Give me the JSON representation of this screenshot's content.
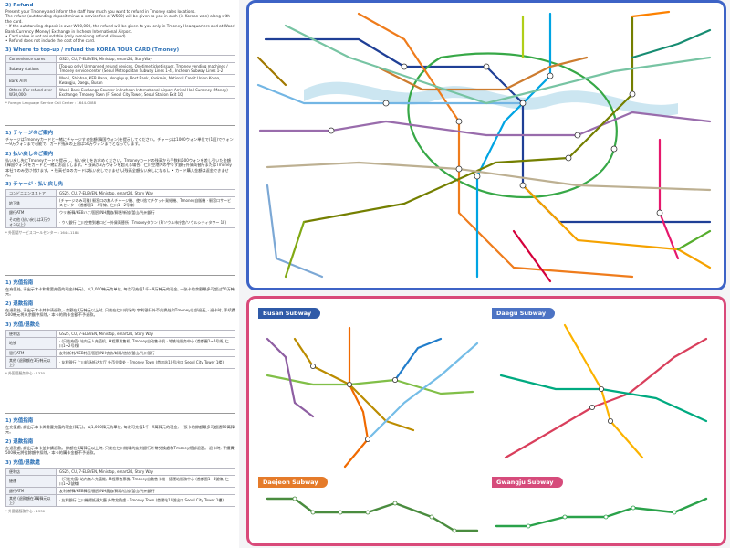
{
  "refund": {
    "title": "2) Refund",
    "lines": [
      "Present your Tmoney and inform the staff how much you want to refund in Tmoney sales locations.",
      "The refund (outstanding deposit minus a service fee of W500) will be given to you in cash (in Korean won) along with the card.",
      "• If the outstanding deposit is over W30,000, the refund will be given to you only in Tmoney Headquarters and at Woori Bank Currency (Money) Exchange in Incheon International Airport.",
      "• Card value is not refundable (only remaining refund allowed).",
      "• Refund does not include the cost of the card."
    ]
  },
  "where": {
    "title": "3) Where to top-up / refund the KOREA TOUR CARD (Tmoney)",
    "rows": [
      {
        "k": "Convenience stores",
        "v": "GS25, CU, 7-ELEVEN, Ministop, emart24, StoryWay"
      },
      {
        "k": "Subway stations",
        "v": "[Top-up only] Unmanned refund devices, Onetime ticket issuer, Tmoney vending machines / Tmoney service center (Seoul Metropolitan Subway Lines 1-4), Incheon Subway Lines 1-2"
      },
      {
        "k": "Bank ATM",
        "v": "Woori, Shinhan, KEB Hana, Nonghyup, Post Bank, Kookmin, National Credit Union Korea, Kwangju, Daegu, Busan"
      },
      {
        "k": "Others (For refund over W30,000)",
        "v": "Woori Bank Exchange Counter in Incheon International Airport Arrival Hall Currency (Money) Exchange; Tmoney Town (F, Seoul City Tower, Seoul Station Exit 10)"
      }
    ],
    "note": "* Foreign Language Service Call Center : 1644-0088"
  },
  "jp": {
    "h1": "1) チャージのご案内",
    "p1": "チャージはTmoneyカードと一緒にチャージする金額(韓国ウォン)を提示してください。チャージは1000ウォン単位で(1回)でウォン～9万ウォンまで可能で、カード残高の上限は50万ウォンまでとなっています。",
    "h2": "2) 払い戻しのご案内",
    "p2": "払い戻し先にTmoneyカードを提示し、払い戻しをお求めください。Tmoneyカードの残高から手数料500ウォンを差し引いた金額(韓国ウォン)をカードと一緒にお返しします。• 残高が3万ウォンを超える場合、仁川空港内の宇りす銀行外貨両替所またはTmoney本社でのみ受け付けます。• 残高ゼロのカードは払い戻しできません(残高全額払い戻しになる)。• カード購入金額は返金できません。",
    "h3": "3) チャージ・払い戻し先",
    "rows": [
      {
        "k": "コンビニエンスストア",
        "v": "GS25, CU, 7-ELEVEN, Ministop, emart24, Story Way"
      },
      {
        "k": "地下鉄",
        "v": "(チャージのみ可能) 駅窓口の無人チャージ機、使い捨てチケット発給機、Tmoney自販機 · 駅窓口サービスセンター (首都圏1～4号線、仁川1～2号線)"
      },
      {
        "k": "銀行ATM",
        "v": "ウリ/新韓/KEBハナ/国民/NH農協/郵便/新協/釜山/光州銀行"
      },
      {
        "k": "その他 (払い戻しは3万ウォン以上)",
        "v": "· ウリ銀行 仁川空港到着ロビー外貨両替所 · Tmoneyタウン (F/ソウル市庁舎/ソウルシティタワー 1F)"
      }
    ],
    "note": "* 外国語サービスコールセンター : 1644-1188"
  },
  "zh1": {
    "h1": "1) 充值指南",
    "p1": "在充值处, 请出示本卡和需要充值的现金(韩元)。以1,000韩元为单位, 每次可充值1千~9万韩元的现金, 一张卡的余额最多可超过50万韩元。",
    "h2": "2) 退款指南",
    "p2": "在退款处, 请出示本卡并申请退款。· 余额在3万韩元以上时, 只能在仁川机场的 宇利银行外币兑换处和Tmoney总部退还。· 退卡时, 手续费500韩元将从余额中扣除。· 本卡的购卡金额不予退款。",
    "h3": "3) 充值/退款处",
    "rows": [
      {
        "k": "便利店",
        "v": "GS25, CU, 7-ELEVEN, Ministop, emart24, Story Way"
      },
      {
        "k": "地铁",
        "v": "· (只能充值) 站内无人充值机, 单程票发售机, Tmoney自动售卡机 · 地铁站服务中心 (首都圈1~4号线, 仁川1~2号线)"
      },
      {
        "k": "银行ATM",
        "v": "友利/新韩/KEB韩亚/国民/NH农协/邮局/信协/釜山/光州银行"
      },
      {
        "k": "其他 (退款额在3万韩元以上)",
        "v": "· 友利银行 仁川机场抵达大厅 外币兑换处 · Tmoney Town (首尔站10号出口 Seoul City Tower 1楼)"
      }
    ],
    "note": "* 外国语服务中心 : 1330"
  },
  "zh2": {
    "h1": "1) 充值指南",
    "p1": "在充值處, 請出示本卡與需要充值的現金(韓元)。以1,000韓元為單位, 每次可充值1千~9萬韓元的現金, 一張卡的餘額最多可超過50萬韓元。",
    "h2": "2) 退款指南",
    "p2": "在退款處, 請出示本卡並申請退款。· 餘額在3萬韓元以上時, 只能在仁川機場的友利銀行外幣兌換處和Tmoney總部退還。· 退卡時, 手續費500韓元將從餘額中扣除。· 本卡的購卡金額不予退款。",
    "h3": "3) 充值/退款處",
    "rows": [
      {
        "k": "便利店",
        "v": "GS25, CU, 7-ELEVEN, Ministop, emart24, Story Way"
      },
      {
        "k": "捷運",
        "v": "· (只能充值) 站內無人充值機, 單程票售票機, Tmoney自動售卡機 · 捷運站服務中心 (首都圈1~4號線, 仁川1~2號線)"
      },
      {
        "k": "銀行ATM",
        "v": "友利/新韓/KEB韓亞/國民/NH農協/郵局/信協/釜山/光州銀行"
      },
      {
        "k": "其他 (退款額在3萬韓元以上)",
        "v": "· 友利銀行 仁川機場抵達大廳 外幣兌換處 · Tmoney Town (首爾站10號出口 Seoul City Tower 1樓)"
      }
    ],
    "note": "* 外國語服務中心 : 1330"
  },
  "maps": {
    "busan": "Busan Subway",
    "daegu": "Daegu Subway",
    "daejeon": "Daejeon Subway",
    "gwangju": "Gwangju Subway"
  },
  "colors": {
    "seoul_frame": "#3d63c6",
    "regional_frame": "#d94a7a",
    "busan_title": "#2f5aa8",
    "daegu_title": "#4c73c4",
    "daejeon_title": "#e57b2a",
    "gwangju_title": "#d64b7b"
  }
}
